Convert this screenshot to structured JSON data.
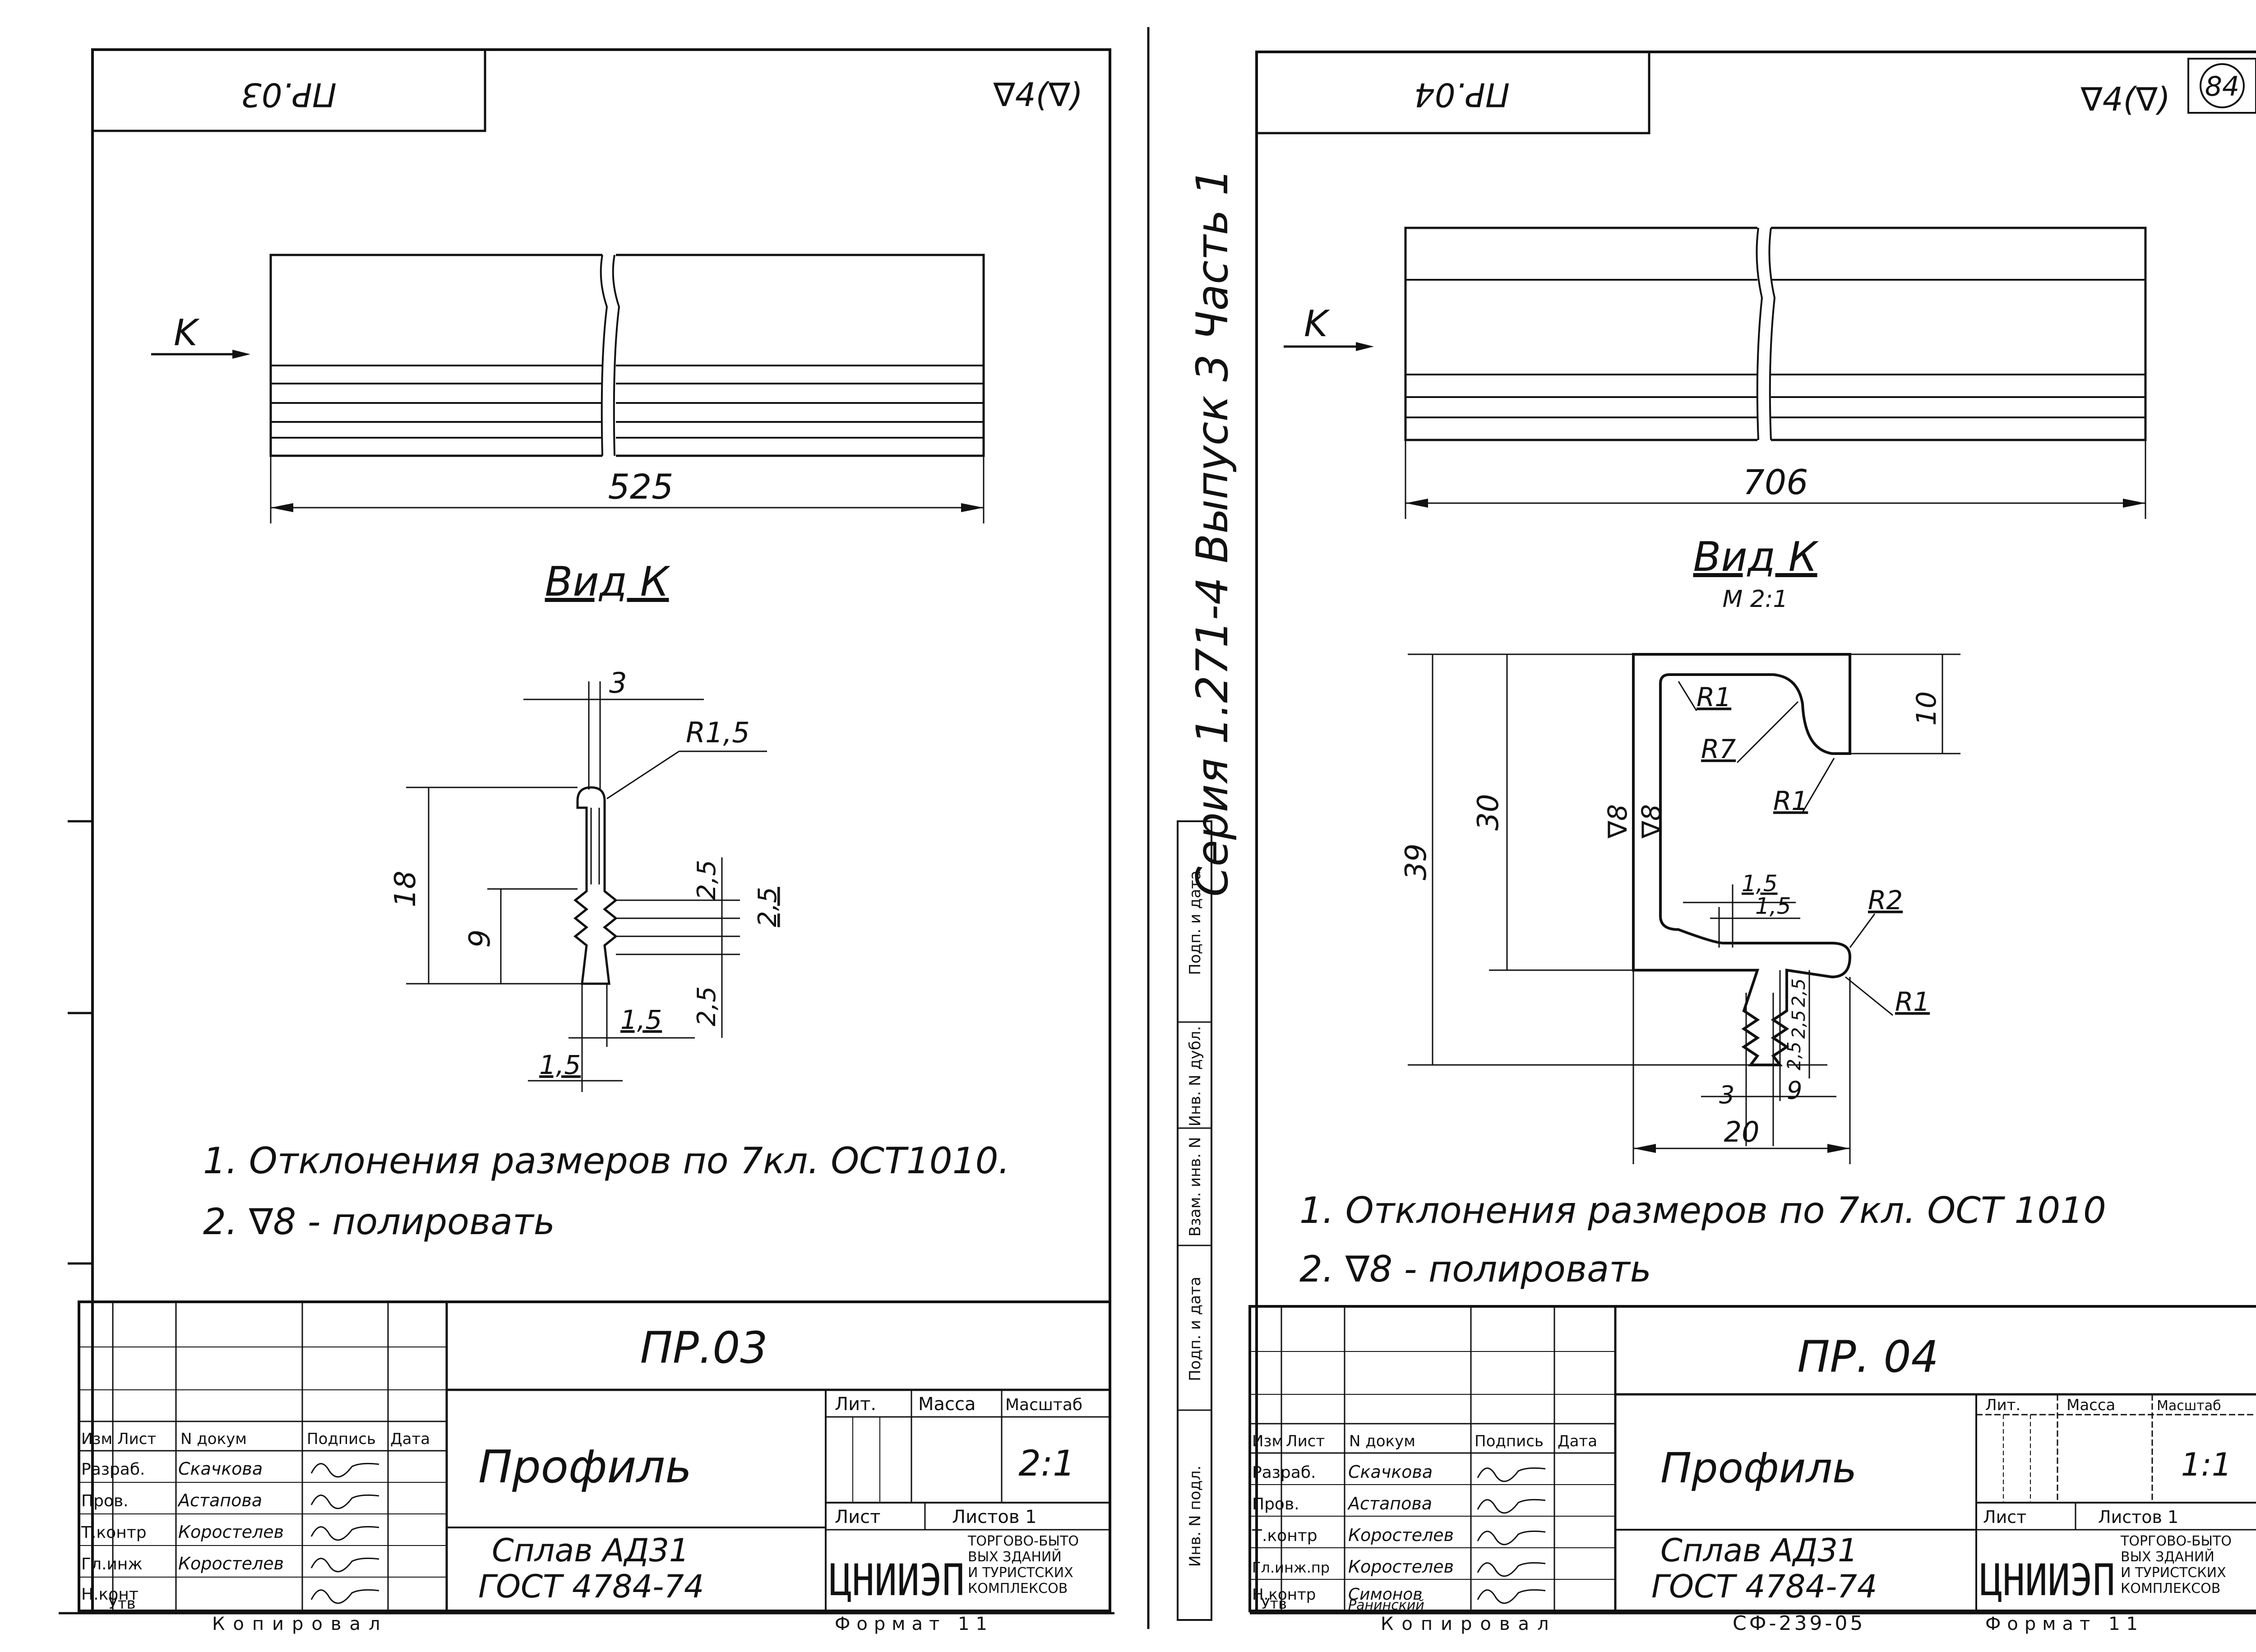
{
  "series_margin": {
    "text": "Серия 1.271-4   Выпуск 3 Часть 1"
  },
  "page_number": "84",
  "left_sheet": {
    "header_code": "ПР.03",
    "roughness": "∇4(∇)",
    "view_arrow": "K",
    "length": "525",
    "view_title": "Вид К",
    "dims": {
      "width": "3",
      "radius": "R1,5",
      "height": "18",
      "groove_h": "9",
      "tooth1": "2,5",
      "tooth2": "2,5",
      "tooth3": "2,5",
      "tip1": "1,5",
      "tip2": "1,5"
    },
    "notes": [
      "1. Отклонения размеров по 7кл. ОСТ1010.",
      "2. ∇8 - полировать"
    ],
    "title_block": {
      "code": "ПР.03",
      "name": "Профиль",
      "material_line1": "Сплав АД31",
      "material_line2": "ГОСТ 4784-74",
      "headers": {
        "lit": "Лит.",
        "mass": "Масса",
        "scale": "Масштаб",
        "sheet": "Лист",
        "sheets": "Листов 1"
      },
      "scale_value": "2:1",
      "org_logo": "ЦНИИЭП",
      "org_text": [
        "ТОРГОВО-БЫТО",
        "ВЫХ ЗДАНИЙ",
        "И ТУРИСТСКИХ",
        "КОМПЛЕКСОВ"
      ],
      "col_headers": [
        "Изм",
        "Лист",
        "N докум",
        "Подпись",
        "Дата"
      ],
      "roles": [
        "Разраб.",
        "Пров.",
        "Т.контр",
        "Гл.инж",
        "Н.конт",
        "Утв"
      ],
      "names": [
        "Скачкова",
        "Астапова",
        "Коростелев",
        "Коростелев",
        "",
        ""
      ],
      "copied": "Копировал",
      "format": "Формат 11"
    }
  },
  "right_sheet": {
    "header_code": "ПР.04",
    "roughness": "∇4(∇)",
    "view_arrow": "K",
    "length": "706",
    "view_title": "Вид К",
    "view_scale": "М 2:1",
    "dims": {
      "total_h": "39",
      "body_h": "30",
      "top_h": "10",
      "width": "20",
      "r1a": "R1",
      "r7": "R7",
      "r1b": "R1",
      "r2": "R2",
      "r1c": "R1",
      "t1": "1,5",
      "t2": "1,5",
      "d3": "3",
      "d9": "9",
      "dd1": "2,5",
      "dd2": "2,5",
      "dd3": "2,5",
      "polish1": "∇8",
      "polish2": "∇8"
    },
    "notes": [
      "1. Отклонения размеров по 7кл. ОСТ 1010",
      "2. ∇8 - полировать"
    ],
    "title_block": {
      "code": "ПР. 04",
      "name": "Профиль",
      "material_line1": "Сплав АД31",
      "material_line2": "ГОСТ 4784-74",
      "headers": {
        "lit": "Лит.",
        "mass": "Масса",
        "scale": "Масштаб",
        "sheet": "Лист",
        "sheets": "Листов 1"
      },
      "scale_value": "1:1",
      "org_logo": "ЦНИИЭП",
      "org_text": [
        "ТОРГОВО-БЫТО",
        "ВЫХ ЗДАНИЙ",
        "И ТУРИСТСКИХ",
        "КОМПЛЕКСОВ"
      ],
      "col_headers": [
        "Изм",
        "Лист",
        "N докум",
        "Подпись",
        "Дата"
      ],
      "roles": [
        "Разраб.",
        "Пров.",
        "Т.контр",
        "Гл.инж.пр",
        "Н.контр",
        "Утв"
      ],
      "names": [
        "Скачкова",
        "Астапова",
        "Коростелев",
        "Коростелев",
        "Симонов",
        "Ранинский"
      ],
      "copied": "Копировал",
      "doc_number": "СФ-239-05",
      "format": "Формат 11"
    },
    "side_stamp": [
      "Инв. N подл.",
      "Подп. и дата",
      "Взам. инв. N",
      "Инв. N дубл.",
      "Подп. и дата"
    ]
  }
}
